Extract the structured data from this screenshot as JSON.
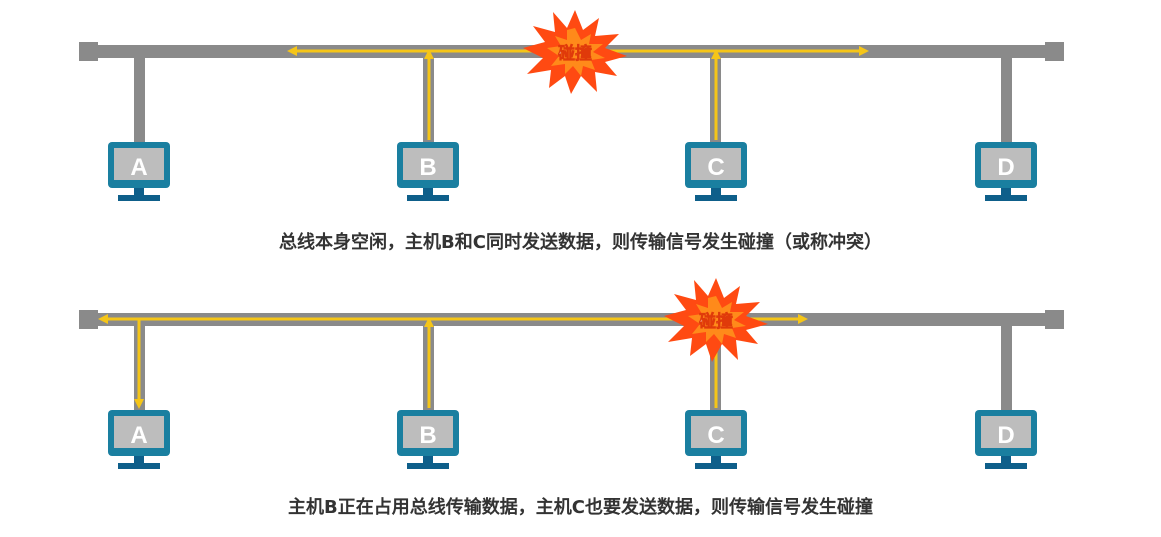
{
  "colors": {
    "bus": "#8a8a8a",
    "signal": "#f5c518",
    "monitor": "#1a7fa0",
    "screen": "#bdbdbd",
    "base": "#0e5f8a",
    "burst_outer": "#ff4a12",
    "burst_inner": "#ff8a1a",
    "burst_text": "#ffffff"
  },
  "scenarios": [
    {
      "hosts": [
        "A",
        "B",
        "C",
        "D"
      ],
      "collision_label": "碰撞",
      "caption": "总线本身空闲，主机B和C同时发送数据，则传输信号发生碰撞（或称冲突）"
    },
    {
      "hosts": [
        "A",
        "B",
        "C",
        "D"
      ],
      "collision_label": "碰撞",
      "caption": "主机B正在占用总线传输数据，主机C也要发送数据，则传输信号发生碰撞"
    }
  ]
}
